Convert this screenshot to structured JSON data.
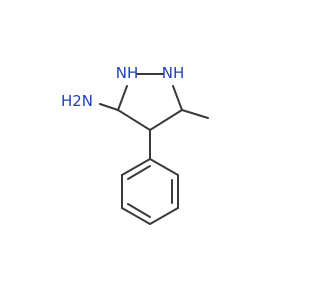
{
  "molecule": {
    "atom_labels": {
      "nh_left": "NH",
      "nh_right": "NH",
      "amine": "H2N"
    },
    "colors": {
      "bond": "#3a3a3a",
      "nitrogen": "#1f3fbf",
      "background": "#ffffff"
    }
  }
}
